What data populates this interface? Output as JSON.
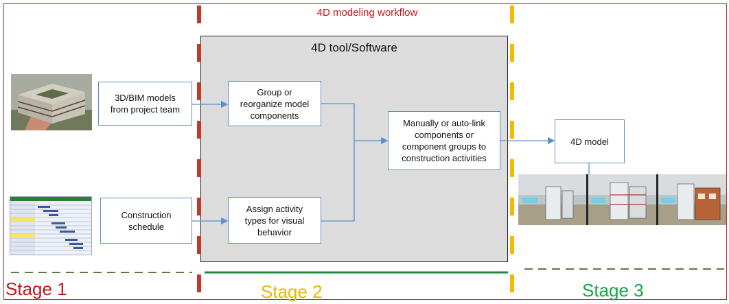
{
  "diagram": {
    "title": "4D modeling workflow",
    "tool_box_title": "4D tool/Software",
    "nodes": {
      "bim_models": "3D/BIM models\nfrom project team",
      "construction_schedule": "Construction\nschedule",
      "group_reorganize": "Group or\nreorganize model\ncomponents",
      "assign_activity": "Assign activity\ntypes for visual\nbehavior",
      "link_components": "Manually or auto-link\ncomponents or\ncomponent groups to\nconstruction activities",
      "model_4d": "4D model"
    },
    "stages": [
      "Stage 1",
      "Stage 2",
      "Stage 3"
    ]
  },
  "colors": {
    "frame": "#cc2222",
    "title": "#cc1111",
    "node_border": "#5b8fd0",
    "arrow": "#5b8fd0",
    "stage1": "#c21717",
    "stage2": "#e6b800",
    "stage3": "#11a84a",
    "divider_left": "#c0392b",
    "divider_right": "#f5b800",
    "tool_box_fill": "#dcdcdc"
  },
  "images": {
    "building_thumbnail": "building-model-image",
    "schedule_thumbnail": "gantt-schedule-image",
    "model_sequence": "4d-model-sequence-images"
  }
}
